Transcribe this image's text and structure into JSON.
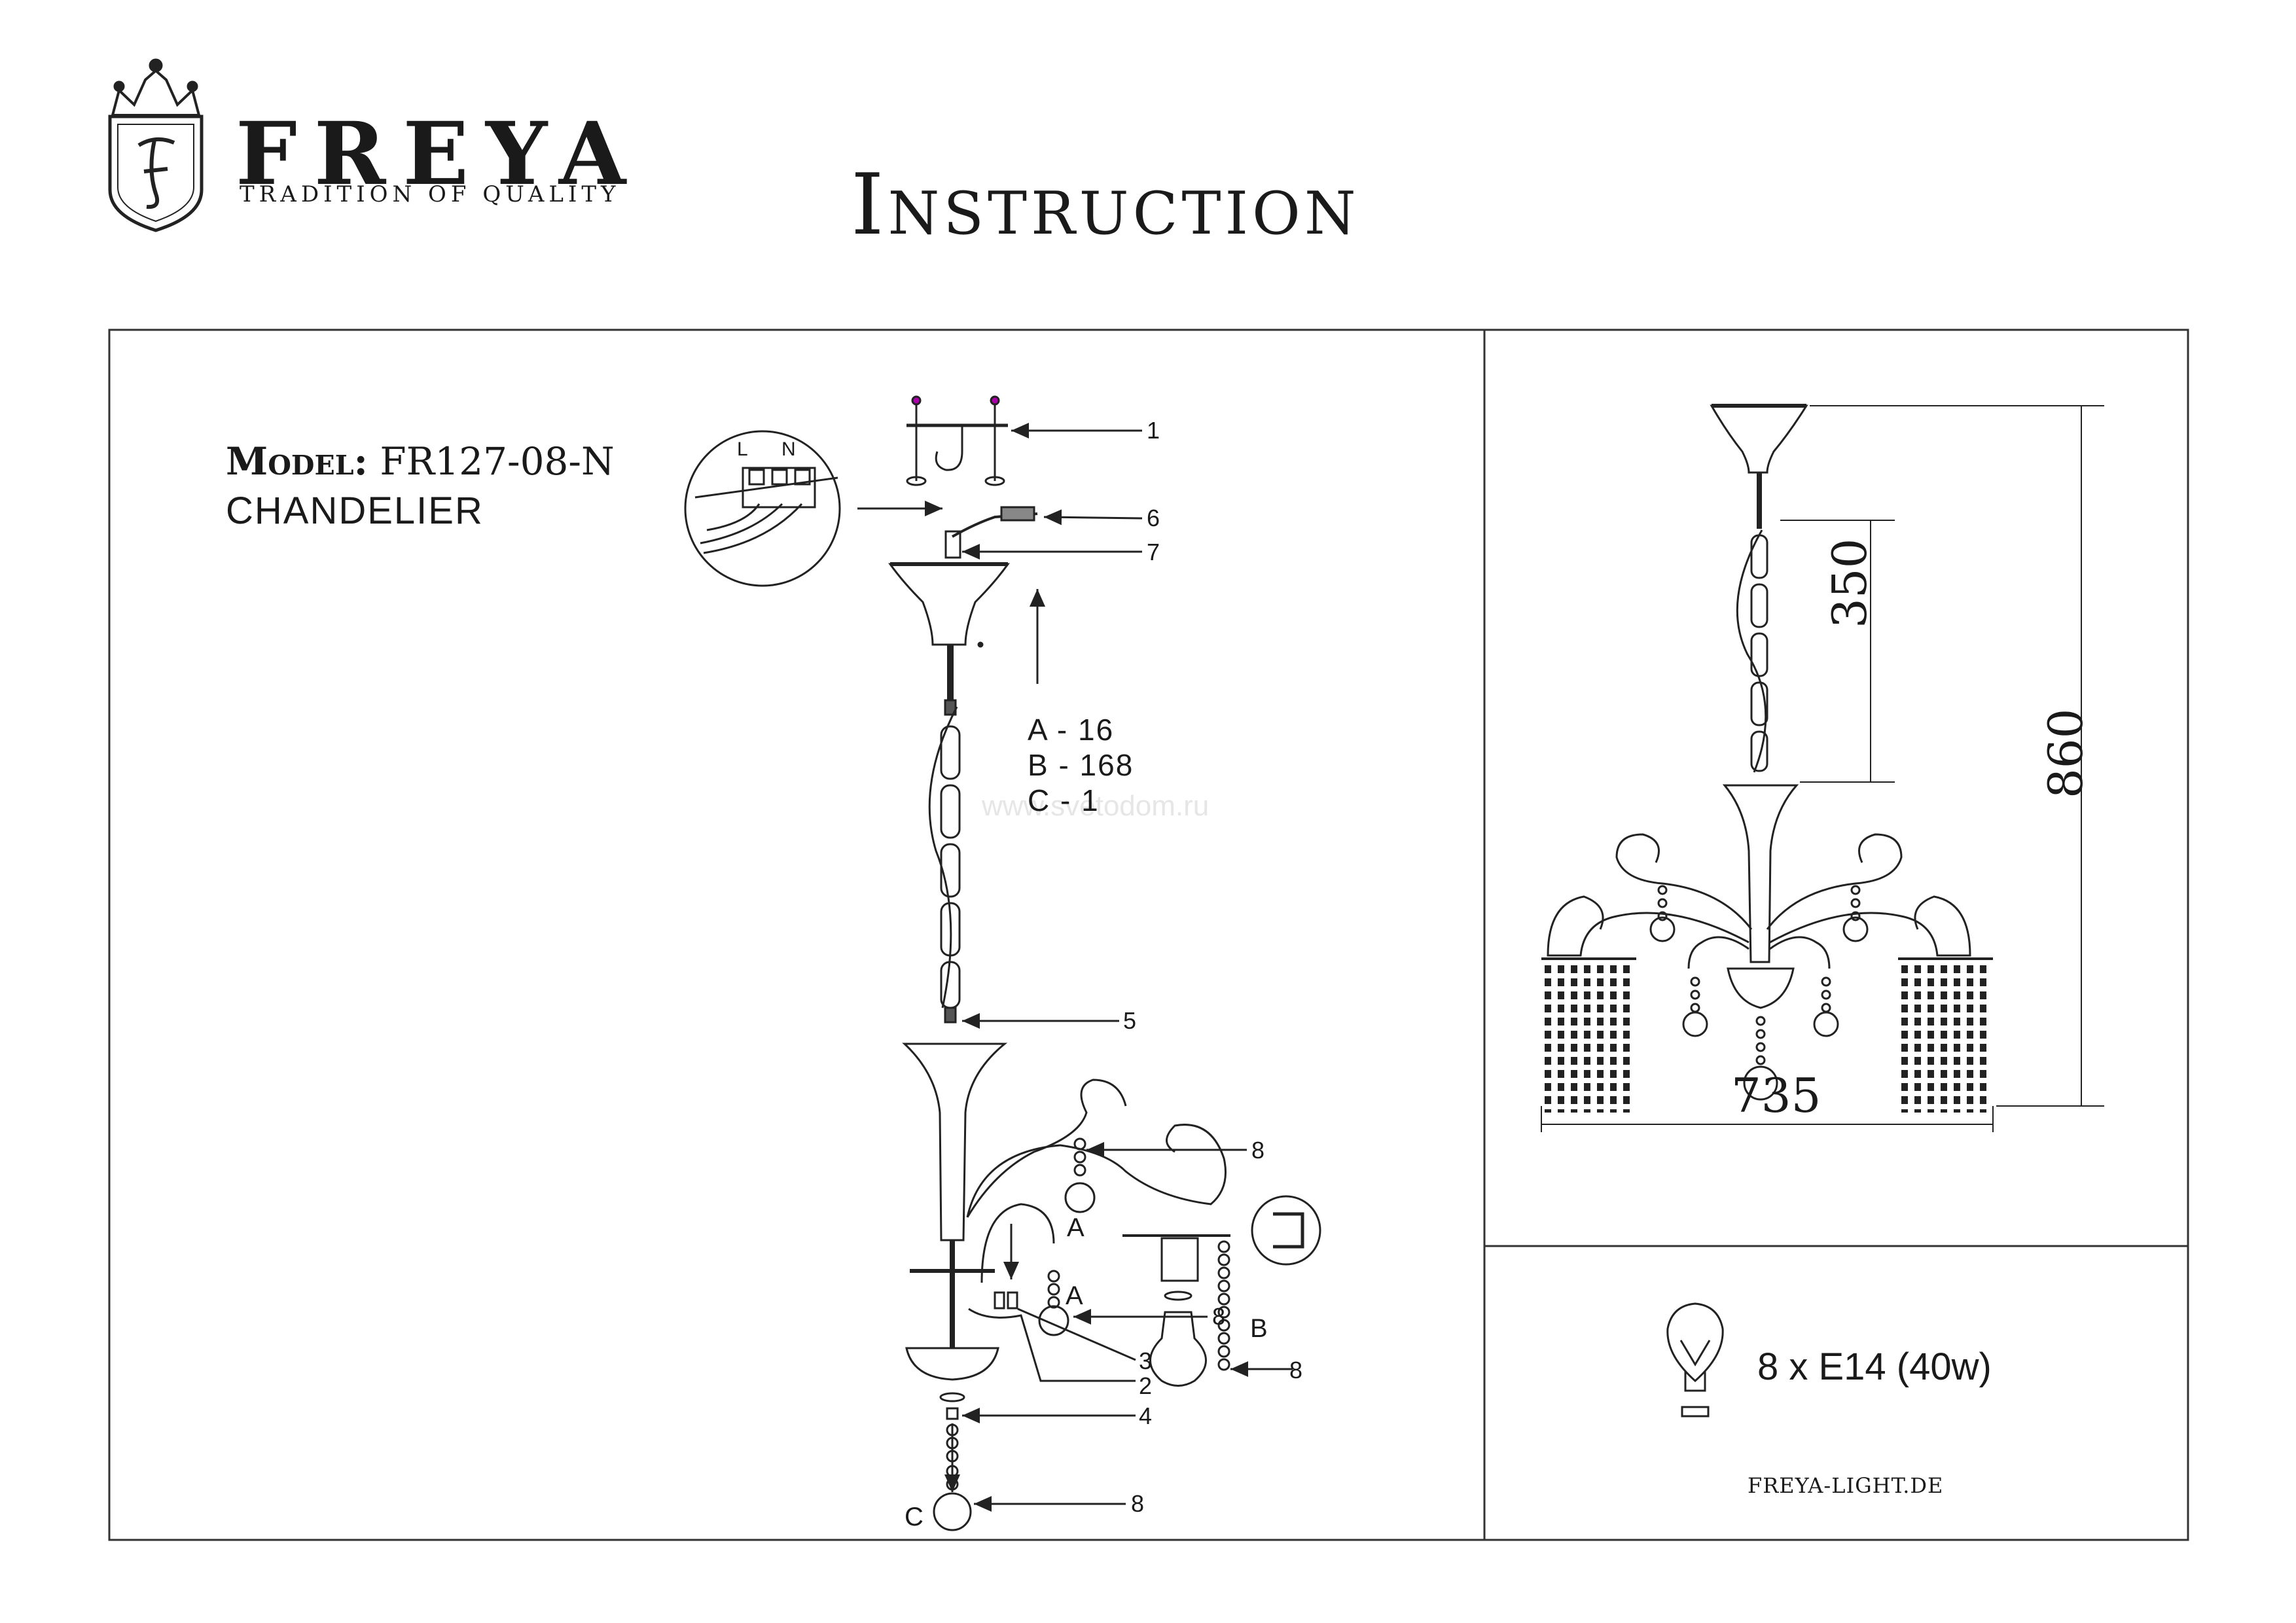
{
  "brand": {
    "name": "FREYA",
    "tagline": "TRADITION OF QUALITY"
  },
  "title": "Instruction",
  "model": {
    "label": "Model:",
    "number": "FR127-08-N",
    "type": "CHANDELIER"
  },
  "kit": {
    "a": "A - 16",
    "b": "B - 168",
    "c": "C - 1"
  },
  "callouts": [
    "1",
    "6",
    "7",
    "5",
    "8",
    "8",
    "3",
    "2",
    "4",
    "8",
    "8"
  ],
  "part_letters": {
    "a1": "A",
    "a2": "A",
    "b": "B",
    "c": "C"
  },
  "wiring_labels": {
    "l": "L",
    "n": "N"
  },
  "dimensions": {
    "drop": "350",
    "height": "860",
    "width": "735"
  },
  "bulb_spec": "8 x E14 (40w)",
  "website": "FREYA-LIGHT.DE",
  "watermark": "www.svetodom.ru"
}
